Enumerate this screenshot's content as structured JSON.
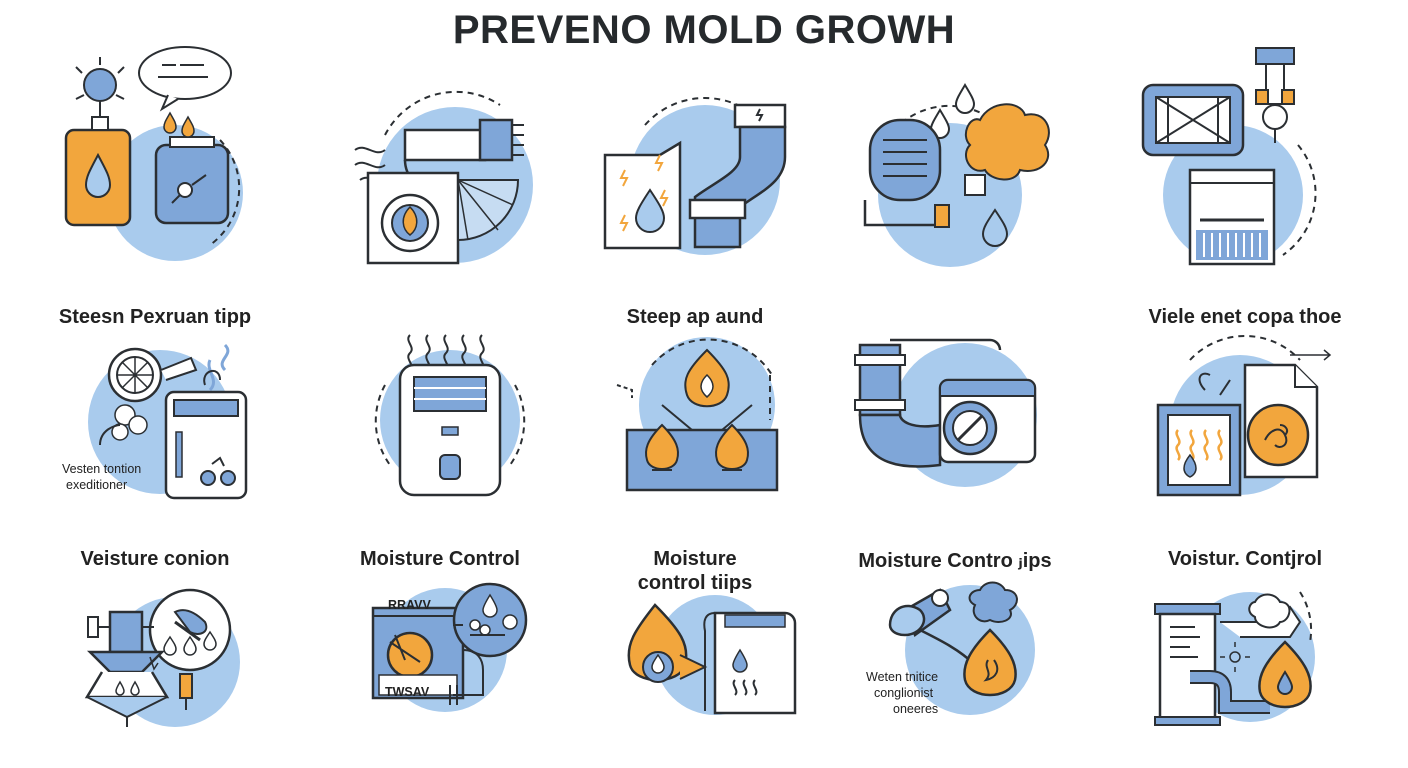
{
  "title": "PREVENO MOLD GROWH",
  "captions": {
    "row2_col1": "Steesn Pexruan tipp",
    "row2_col3": "Steep ap aund",
    "row2_col5": "Viele enet copa thoe",
    "row3_col1": "Veisture conion",
    "row3_col2": "Moisture Control",
    "row3_col3_line1": "Moisture",
    "row3_col3_line2": "control  tiips",
    "row3_col4": "Moisture Contro ⱼips",
    "row3_col5": "Voistur. Contjrol"
  },
  "small_labels": {
    "row2_col1_line1": "Vesten tontion",
    "row2_col1_line2": "exeditioner",
    "row3_col2_top": "RRAVV",
    "row3_col2_bottom": "TWSAV",
    "row3_col4_line1": "Weten tnitice",
    "row3_col4_line2": "conglionist",
    "row3_col4_line3": "oneeres"
  },
  "colors": {
    "blue": "#a9cbed",
    "blue_light": "#c6dcf2",
    "mid_blue": "#7fa6d8",
    "orange": "#f2a63d",
    "outline": "#2b2f33",
    "paper": "#ffffff"
  }
}
